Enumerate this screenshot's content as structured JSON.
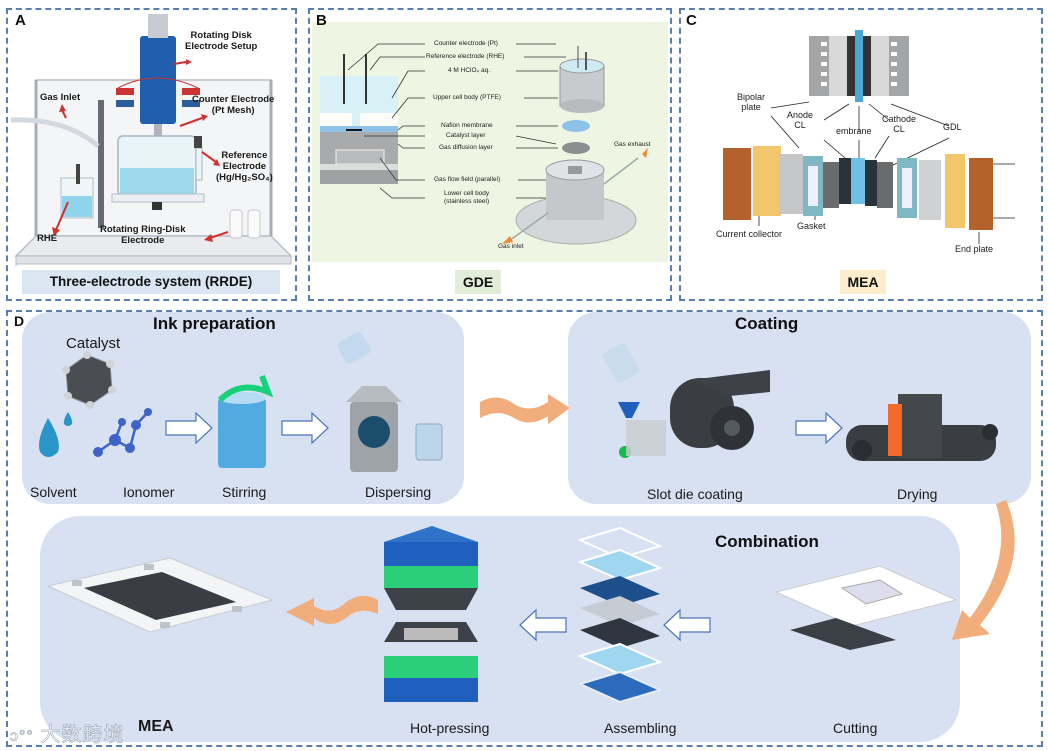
{
  "panels": {
    "A": {
      "letter": "A",
      "caption": "Three-electrode system (RRDE)",
      "caption_bg": "#dbe6f3",
      "labels": {
        "rde_setup_1": "Rotating Disk",
        "rde_setup_2": "Electrode Setup",
        "gas_inlet": "Gas Inlet",
        "counter_1": "Counter Electrode",
        "counter_2": "(Pt Mesh)",
        "reference_1": "Reference",
        "reference_2": "Electrode",
        "reference_3": "(Hg/Hg₂SO₄)",
        "rhe": "RHE",
        "rrde_1": "Rotating Ring-Disk",
        "rrde_2": "Electrode"
      }
    },
    "B": {
      "letter": "B",
      "caption": "GDE",
      "caption_bg": "#e2edd9",
      "bg": "#eef5e2",
      "labels": {
        "counter": "Counter electrode (Pt)",
        "reference": "Reference electrode (RHE)",
        "electrolyte": "4 M HClO₄ aq.",
        "upper_body": "Upper cell body (PTFE)",
        "nafion": "Nafion membrane",
        "catalyst": "Catalyst layer",
        "gdl": "Gas diffusion layer",
        "flow_field": "Gas flow field (parallel)",
        "lower_body_1": "Lower cell body",
        "lower_body_2": "(stainless steel)",
        "gas_exhaust": "Gas exhaust",
        "gas_inlet": "Gas inlet"
      }
    },
    "C": {
      "letter": "C",
      "caption": "MEA",
      "caption_bg": "#fbeccb",
      "labels": {
        "bipolar_1": "Bipolar",
        "bipolar_2": "plate",
        "anode_1": "Anode",
        "anode_2": "CL",
        "membrane": "embrane",
        "cathode_1": "Cathode",
        "cathode_2": "CL",
        "gdl": "GDL",
        "current_collector": "Current collector",
        "gasket": "Gasket",
        "end_plate": "End plate"
      }
    },
    "D": {
      "letter": "D",
      "stages": {
        "ink": {
          "title": "Ink preparation",
          "items": [
            "Catalyst",
            "Solvent",
            "Ionomer",
            "Stirring",
            "Dispersing"
          ]
        },
        "coating": {
          "title": "Coating",
          "items": [
            "Slot die coating",
            "Drying"
          ]
        },
        "combination": {
          "title": "Combination",
          "items": [
            "Cutting",
            "Assembling",
            "Hot-pressing"
          ]
        },
        "final": "MEA"
      }
    }
  },
  "watermark": "大数跨境",
  "colors": {
    "dashed_border": "#5a7fae",
    "stage_bg": "#d7e1f1",
    "flow_arrow": "#f1ad7b",
    "outline_arrow": "#4a74b8",
    "red_arrow": "#d0312d"
  }
}
